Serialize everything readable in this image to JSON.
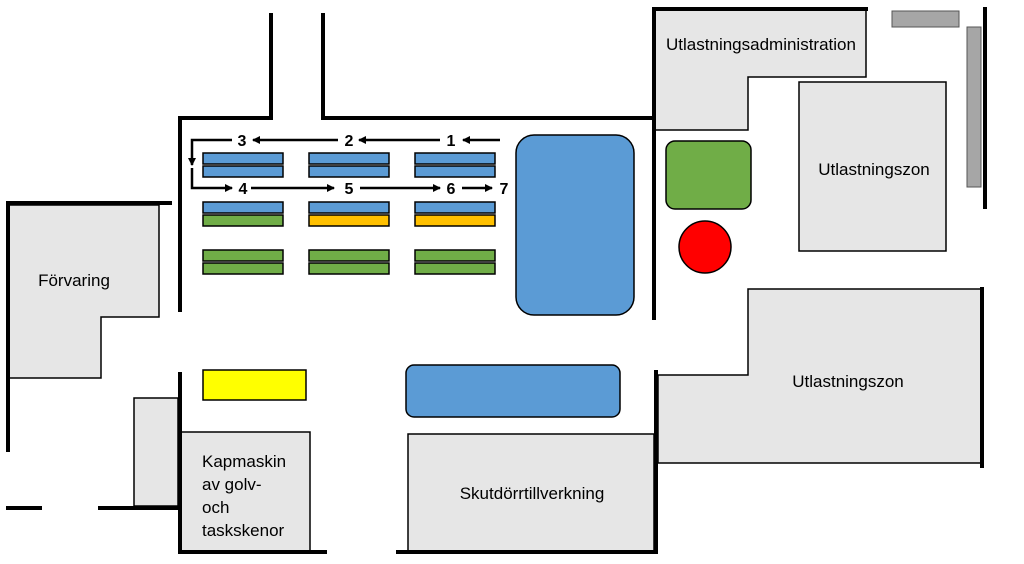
{
  "rooms": {
    "utlastningsadministration": "Utlastningsadministration",
    "utlastningszon_upper": "Utlastningszon",
    "utlastningszon_lower": "Utlastningszon",
    "forvaring": "Förvaring",
    "kapmaskin_lines": [
      "Kapmaskin",
      "av golv-",
      "och",
      "taskskenor"
    ],
    "skutdorrtillverkning": "Skutdörrtillverkning"
  },
  "flow_numbers": [
    "1",
    "2",
    "3",
    "4",
    "5",
    "6",
    "7"
  ],
  "colors": {
    "room_fill": "#e6e6e6",
    "blue": "#5b9bd5",
    "green": "#70ad47",
    "orange": "#ffc000",
    "yellow": "#ffff00",
    "red": "#ff0000",
    "gray_bar": "#a6a6a6"
  }
}
